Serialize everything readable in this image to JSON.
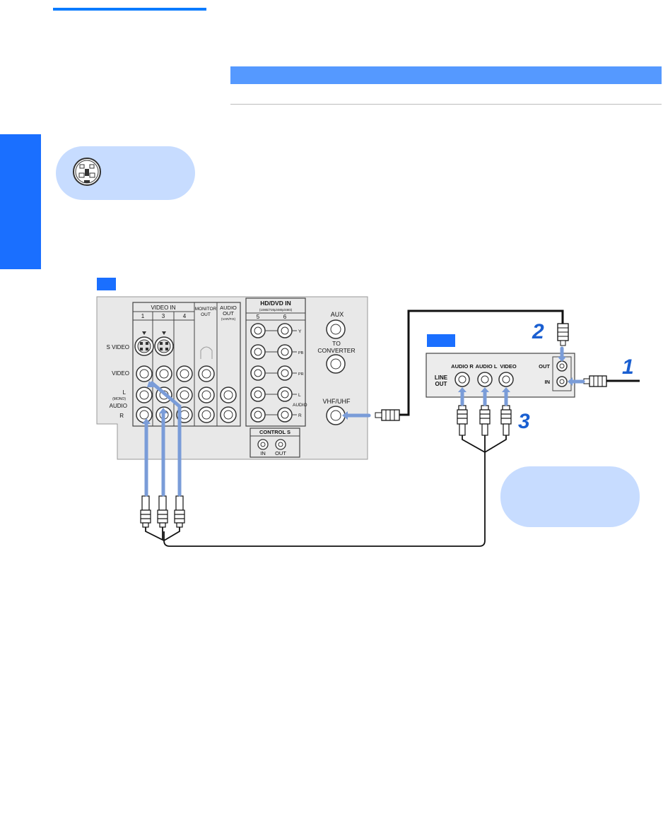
{
  "colors": {
    "accent": "#0a7bff",
    "header_bar": "#5599ff",
    "side_tab": "#1a6fff",
    "note_bg": "#c7dcff",
    "arrow": "#7a9cd8",
    "step_number": "#1a5fd1",
    "panel_bg": "#e8e8e8"
  },
  "tv_panel": {
    "video_in": "VIDEO IN",
    "jack_numbers": [
      "1",
      "3",
      "4"
    ],
    "monitor_out": [
      "MONITOR",
      "OUT"
    ],
    "audio_out": [
      "AUDIO",
      "OUT",
      "(VAR/FIX)"
    ],
    "row_labels": {
      "s_video": "S VIDEO",
      "video": "VIDEO",
      "left": "L",
      "mono": "(MONO)",
      "audio": "AUDIO",
      "right": "R"
    },
    "hd_dvd_in": "HD/DVD IN",
    "hd_dvd_formats": "(1080i/720p/480p/480i)",
    "hd_numbers": [
      "5",
      "6"
    ],
    "component_labels": [
      "Y",
      "PB",
      "PR"
    ],
    "hd_audio": {
      "left": "L",
      "audio": "AUDIO",
      "right": "R"
    },
    "aux": "AUX",
    "to_converter": [
      "TO",
      "CONVERTER"
    ],
    "vhf_uhf": "VHF/UHF",
    "control_s": "CONTROL S",
    "control_s_in": "IN",
    "control_s_out": "OUT"
  },
  "vcr_panel": {
    "line_out": [
      "LINE",
      "OUT"
    ],
    "audio_r": "AUDIO R",
    "audio_l": "AUDIO L",
    "video": "VIDEO",
    "out": "OUT",
    "in": "IN"
  },
  "steps": [
    "1",
    "2",
    "3"
  ],
  "icons": [
    "s-video-connector-icon"
  ]
}
